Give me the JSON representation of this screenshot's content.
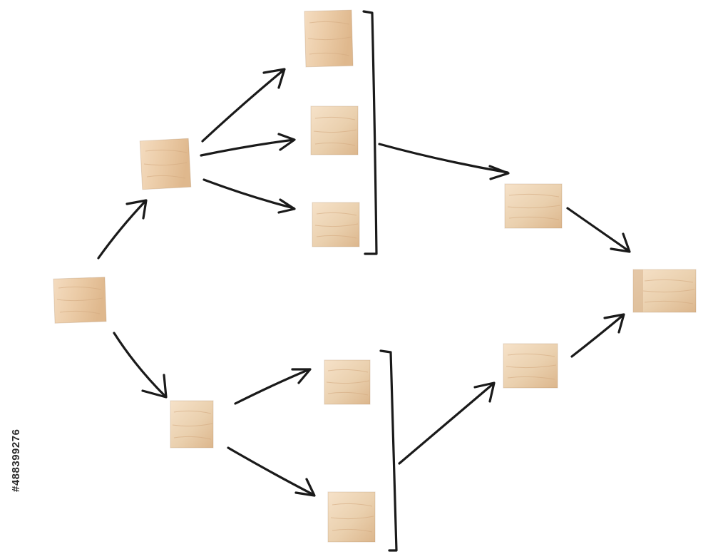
{
  "palette": {
    "background": "#ffffff",
    "ink": "#1a1a1a",
    "wood_light": "#f3dcc0",
    "wood_mid": "#e7c6a0",
    "wood_dark": "#d9b287",
    "grain": "#c9a078"
  },
  "blocks": [
    {
      "id": "start",
      "label": ""
    },
    {
      "id": "upper-branch",
      "label": ""
    },
    {
      "id": "upper-leaf-1",
      "label": ""
    },
    {
      "id": "upper-leaf-2",
      "label": ""
    },
    {
      "id": "upper-leaf-3",
      "label": ""
    },
    {
      "id": "upper-merge",
      "label": ""
    },
    {
      "id": "lower-branch",
      "label": ""
    },
    {
      "id": "lower-leaf-1",
      "label": ""
    },
    {
      "id": "lower-leaf-2",
      "label": ""
    },
    {
      "id": "lower-merge",
      "label": ""
    },
    {
      "id": "final",
      "label": ""
    }
  ],
  "connections": [
    {
      "from": "start",
      "to": "upper-branch"
    },
    {
      "from": "start",
      "to": "lower-branch"
    },
    {
      "from": "upper-branch",
      "to": "upper-leaf-1"
    },
    {
      "from": "upper-branch",
      "to": "upper-leaf-2"
    },
    {
      "from": "upper-branch",
      "to": "upper-leaf-3"
    },
    {
      "from": "upper-bracket",
      "to": "upper-merge"
    },
    {
      "from": "upper-merge",
      "to": "final"
    },
    {
      "from": "lower-branch",
      "to": "lower-leaf-1"
    },
    {
      "from": "lower-branch",
      "to": "lower-leaf-2"
    },
    {
      "from": "lower-bracket",
      "to": "lower-merge"
    },
    {
      "from": "lower-merge",
      "to": "final"
    }
  ],
  "stock_id": "#488399276"
}
